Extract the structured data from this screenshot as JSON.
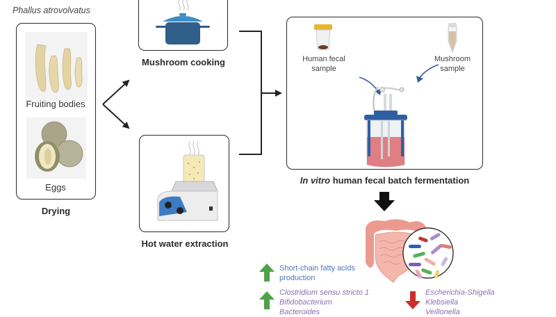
{
  "species_label": "Phallus atrovolvatus",
  "source_panel": {
    "fruiting_bodies_label": "Fruiting bodies",
    "eggs_label": "Eggs",
    "step_label": "Drying"
  },
  "processing": {
    "cooking_label": "Mushroom cooking",
    "extraction_label": "Hot water extraction"
  },
  "fermentation": {
    "fecal_sample_label_line1": "Human fecal",
    "fecal_sample_label_line2": "sample",
    "mushroom_sample_label_line1": "Mushroom",
    "mushroom_sample_label_line2": "sample",
    "title_italic": "In vitro",
    "title_rest": " human fecal batch fermentation"
  },
  "outcomes": {
    "increased": [
      {
        "lines": [
          "Short-chain fatty acids",
          "production"
        ],
        "color": "#4a78b8",
        "italic": false
      },
      {
        "lines": [
          "Clostridium sensu stricto 1",
          "Bifidobacterium",
          "Bacteroides"
        ],
        "color": "#8b6fb0",
        "italic": true
      }
    ],
    "decreased": [
      {
        "lines": [
          "Escherichia-Shigella",
          "Klebsiella",
          "Veillonella"
        ],
        "color": "#8b6fb0",
        "italic": true
      }
    ],
    "up_arrow_color": "#4ea34a",
    "down_arrow_color": "#cc2f2a"
  }
}
